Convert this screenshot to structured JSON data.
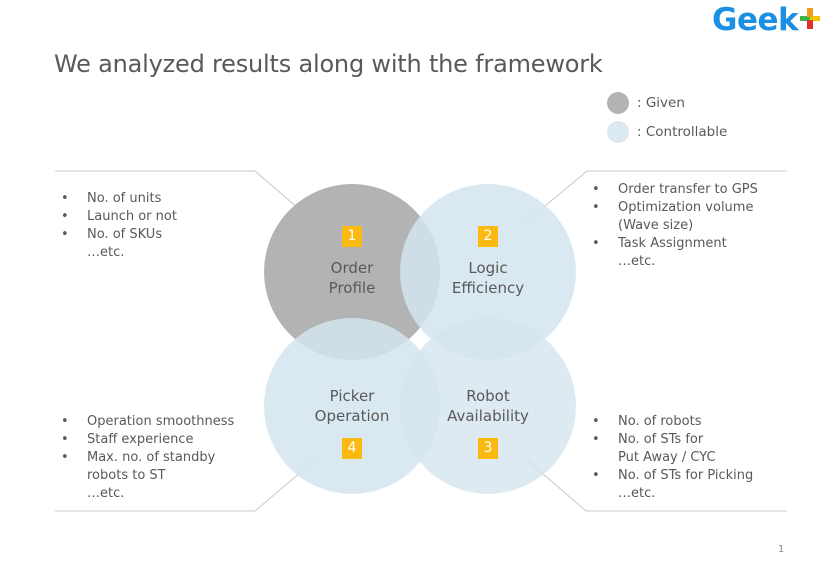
{
  "logo": {
    "text": "Geek",
    "symbol": "plus-icon"
  },
  "title": "We analyzed results along with the framework",
  "legend": [
    {
      "label": ": Given",
      "color": "#b3b3b3"
    },
    {
      "label": ": Controllable",
      "color": "#dae8f1"
    }
  ],
  "colors": {
    "given": "#b3b3b3",
    "controllable": "#dae8f1",
    "badge": "#fbb911",
    "connector": "#c8c8c8"
  },
  "circles": [
    {
      "id": "order-profile",
      "number": "1",
      "line1": "Order",
      "line2": "Profile",
      "type": "given"
    },
    {
      "id": "logic-efficiency",
      "number": "2",
      "line1": "Logic",
      "line2": "Efficiency",
      "type": "controllable"
    },
    {
      "id": "robot-availability",
      "number": "3",
      "line1": "Robot",
      "line2": "Availability",
      "type": "controllable"
    },
    {
      "id": "picker-operation",
      "number": "4",
      "line1": "Picker",
      "line2": "Operation",
      "type": "controllable"
    }
  ],
  "notes": {
    "top_left": [
      "No. of units",
      "Launch or not",
      "No. of SKUs",
      "…etc."
    ],
    "top_right": [
      "Order transfer to GPS",
      "Optimization volume",
      "(Wave size)",
      "Task Assignment",
      "…etc."
    ],
    "bottom_left": [
      "Operation smoothness",
      "Staff experience",
      "Max. no. of standby",
      "robots to ST",
      "…etc."
    ],
    "bottom_right": [
      "No. of robots",
      "No. of STs for",
      "Put Away / CYC",
      "No. of STs for Picking",
      "…etc."
    ]
  },
  "page_number": "1"
}
